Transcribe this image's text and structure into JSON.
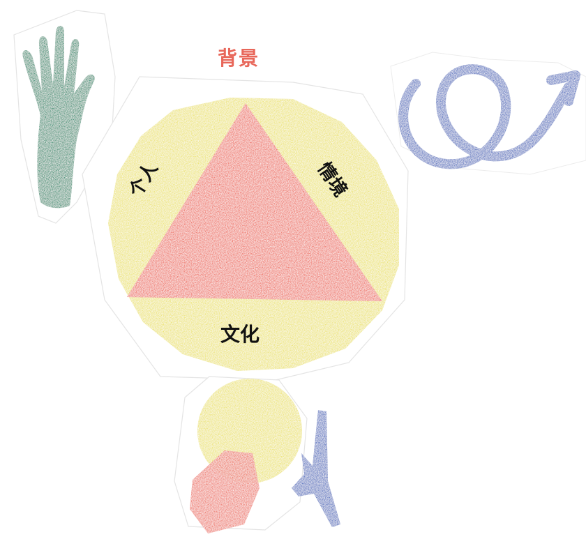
{
  "diagram": {
    "title": "背景",
    "labels": {
      "personal": "个人",
      "situation": "情境",
      "culture": "文化"
    }
  },
  "colors": {
    "title": "#e8675a",
    "yellow": "#ece36a",
    "red": "#ee6a5a",
    "green": "#1f8a6a",
    "blue": "#4a6bbf",
    "text": "#111111"
  },
  "icons": [
    "hand-icon",
    "loop-arrow-icon",
    "zigzag-arrow-icon"
  ]
}
